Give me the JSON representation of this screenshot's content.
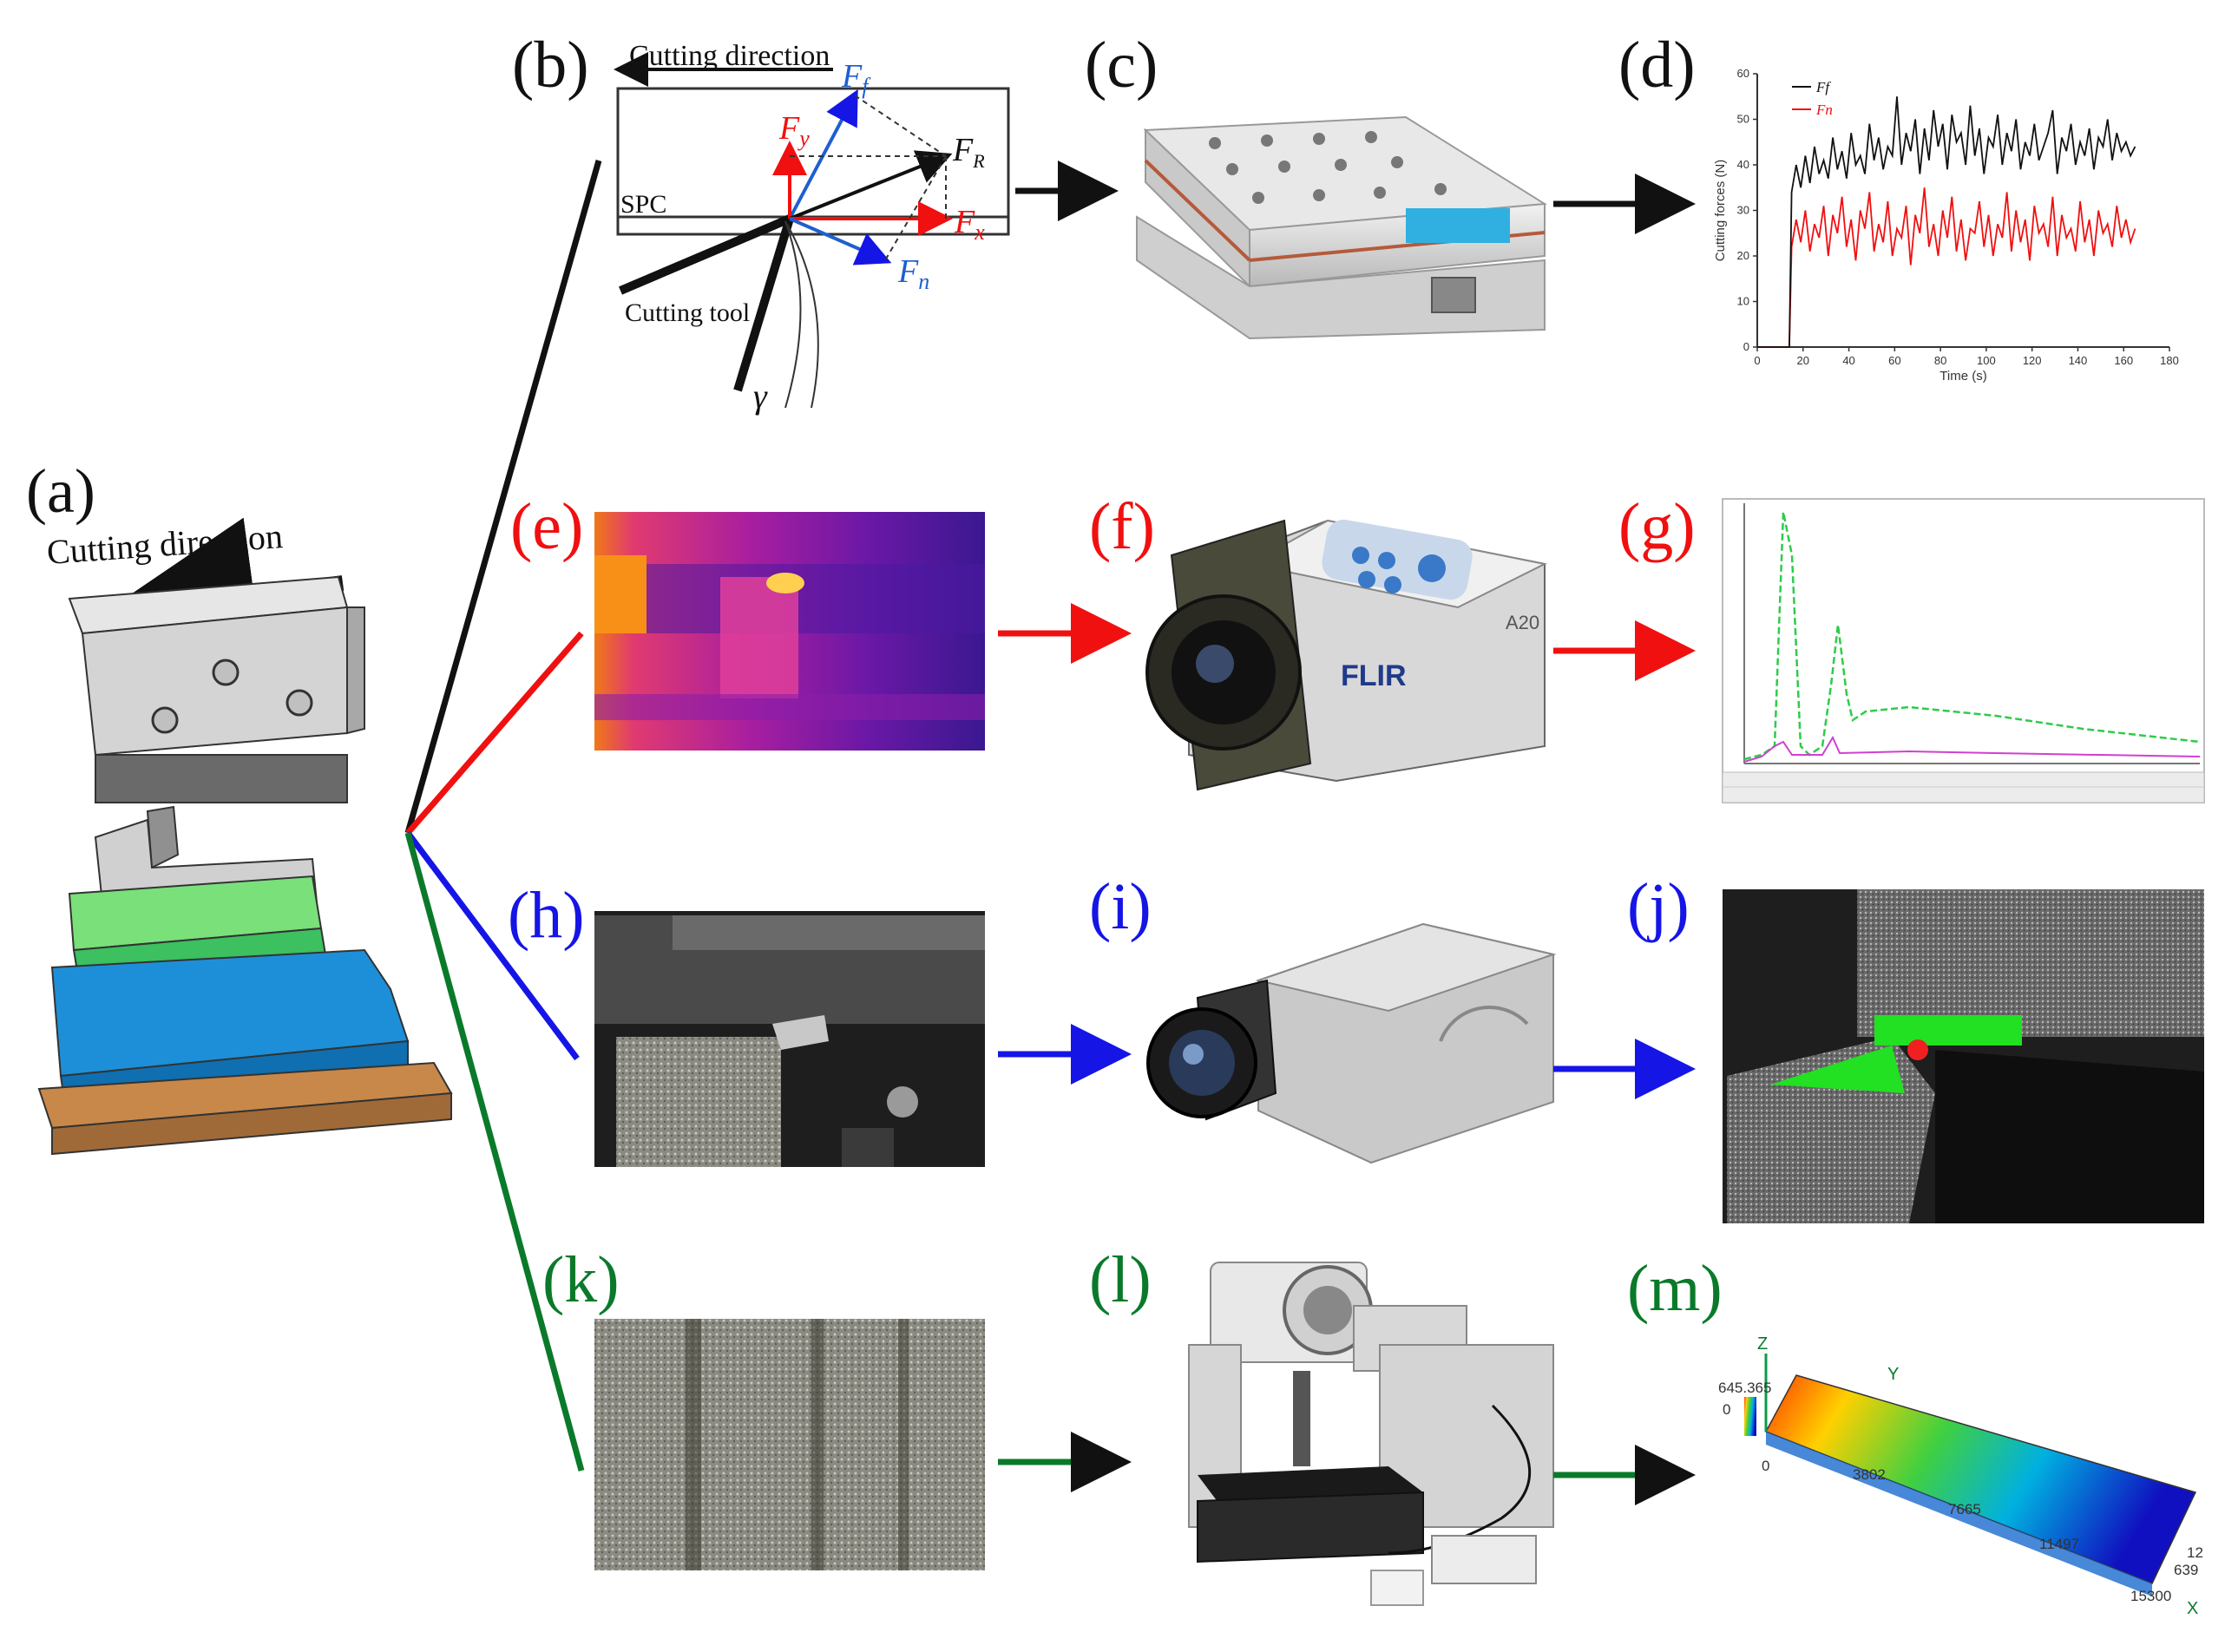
{
  "colors": {
    "black": "#111111",
    "red": "#f01010",
    "blue": "#1515e6",
    "green": "#0a7a2a"
  },
  "panels": {
    "a": {
      "label": "(a)",
      "caption": "Cutting direction"
    },
    "b": {
      "label": "(b)",
      "cutting_direction": "Cutting direction",
      "spc": "SPC",
      "cutting_tool": "Cutting tool",
      "forces": {
        "Ff": "F",
        "Ff_sub": "f",
        "Fy": "F",
        "Fy_sub": "y",
        "FR": "F",
        "FR_sub": "R",
        "Fx": "F",
        "Fx_sub": "x",
        "Fn": "F",
        "Fn_sub": "n"
      },
      "gamma": "γ"
    },
    "c": {
      "label": "(c)",
      "icon": "dynamometer-icon"
    },
    "d": {
      "label": "(d)",
      "legend_f": "Ff",
      "legend_n": "Fn",
      "ylabel": "Cutting forces (N)",
      "xlabel": "Time (s)"
    },
    "e": {
      "label": "(e)",
      "icon": "thermal-image"
    },
    "f": {
      "label": "(f)",
      "brand": "FLIR",
      "model": "A20"
    },
    "g": {
      "label": "(g)"
    },
    "h": {
      "label": "(h)"
    },
    "i": {
      "label": "(i)"
    },
    "j": {
      "label": "(j)"
    },
    "k": {
      "label": "(k)"
    },
    "l": {
      "label": "(l)"
    },
    "m": {
      "label": "(m)",
      "axis_z": "Z",
      "axis_y": "Y",
      "axis_x": "X",
      "scale_top": "645.365",
      "scale_bot": "0",
      "ticks": [
        "0",
        "3802",
        "7665",
        "11497",
        "15300"
      ],
      "corner_a": "12",
      "corner_b": "639"
    }
  },
  "chart_data": {
    "type": "line",
    "xlabel": "Time (s)",
    "ylabel": "Cutting forces (N)",
    "xlim": [
      0,
      180
    ],
    "ylim": [
      0,
      60
    ],
    "xticks": [
      "0",
      "20",
      "40",
      "60",
      "80",
      "100",
      "120",
      "140",
      "160",
      "180"
    ],
    "yticks": [
      "0",
      "10",
      "20",
      "30",
      "40",
      "50",
      "60"
    ],
    "series": [
      {
        "name": "Ff",
        "color": "#111111",
        "x": [
          0,
          14,
          15,
          17,
          19,
          21,
          23,
          25,
          27,
          29,
          31,
          33,
          35,
          37,
          39,
          41,
          43,
          45,
          47,
          49,
          51,
          53,
          55,
          57,
          59,
          61,
          63,
          65,
          67,
          69,
          71,
          73,
          75,
          77,
          79,
          81,
          83,
          85,
          87,
          89,
          91,
          93,
          95,
          97,
          99,
          101,
          103,
          105,
          107,
          109,
          111,
          113,
          115,
          117,
          119,
          121,
          123,
          125,
          127,
          129,
          131,
          133,
          135,
          137,
          139,
          141,
          143,
          145,
          147,
          149,
          151,
          153,
          155,
          157,
          159,
          161,
          163,
          165
        ],
        "y": [
          0,
          0,
          34,
          40,
          35,
          42,
          36,
          44,
          38,
          41,
          37,
          46,
          39,
          43,
          37,
          47,
          40,
          42,
          38,
          49,
          41,
          46,
          39,
          44,
          42,
          55,
          40,
          47,
          43,
          50,
          38,
          48,
          41,
          52,
          44,
          49,
          39,
          51,
          45,
          47,
          40,
          53,
          42,
          48,
          38,
          46,
          44,
          51,
          40,
          47,
          43,
          50,
          39,
          45,
          42,
          49,
          41,
          44,
          47,
          52,
          38,
          46,
          43,
          49,
          40,
          45,
          42,
          48,
          39,
          46,
          44,
          50,
          41,
          47,
          43,
          45,
          42,
          44
        ]
      },
      {
        "name": "Fn",
        "color": "#f01010",
        "x": [
          0,
          14,
          15,
          17,
          19,
          21,
          23,
          25,
          27,
          29,
          31,
          33,
          35,
          37,
          39,
          41,
          43,
          45,
          47,
          49,
          51,
          53,
          55,
          57,
          59,
          61,
          63,
          65,
          67,
          69,
          71,
          73,
          75,
          77,
          79,
          81,
          83,
          85,
          87,
          89,
          91,
          93,
          95,
          97,
          99,
          101,
          103,
          105,
          107,
          109,
          111,
          113,
          115,
          117,
          119,
          121,
          123,
          125,
          127,
          129,
          131,
          133,
          135,
          137,
          139,
          141,
          143,
          145,
          147,
          149,
          151,
          153,
          155,
          157,
          159,
          161,
          163,
          165
        ],
        "y": [
          0,
          0,
          22,
          28,
          23,
          30,
          21,
          27,
          24,
          31,
          20,
          29,
          25,
          33,
          22,
          28,
          19,
          30,
          26,
          34,
          21,
          27,
          23,
          32,
          20,
          26,
          24,
          31,
          18,
          29,
          25,
          35,
          22,
          27,
          20,
          30,
          24,
          33,
          21,
          28,
          19,
          26,
          25,
          32,
          22,
          29,
          20,
          27,
          24,
          34,
          21,
          30,
          23,
          28,
          19,
          31,
          25,
          27,
          22,
          33,
          20,
          29,
          24,
          26,
          21,
          32,
          23,
          28,
          20,
          30,
          25,
          27,
          22,
          31,
          24,
          28,
          23,
          26
        ]
      }
    ]
  }
}
